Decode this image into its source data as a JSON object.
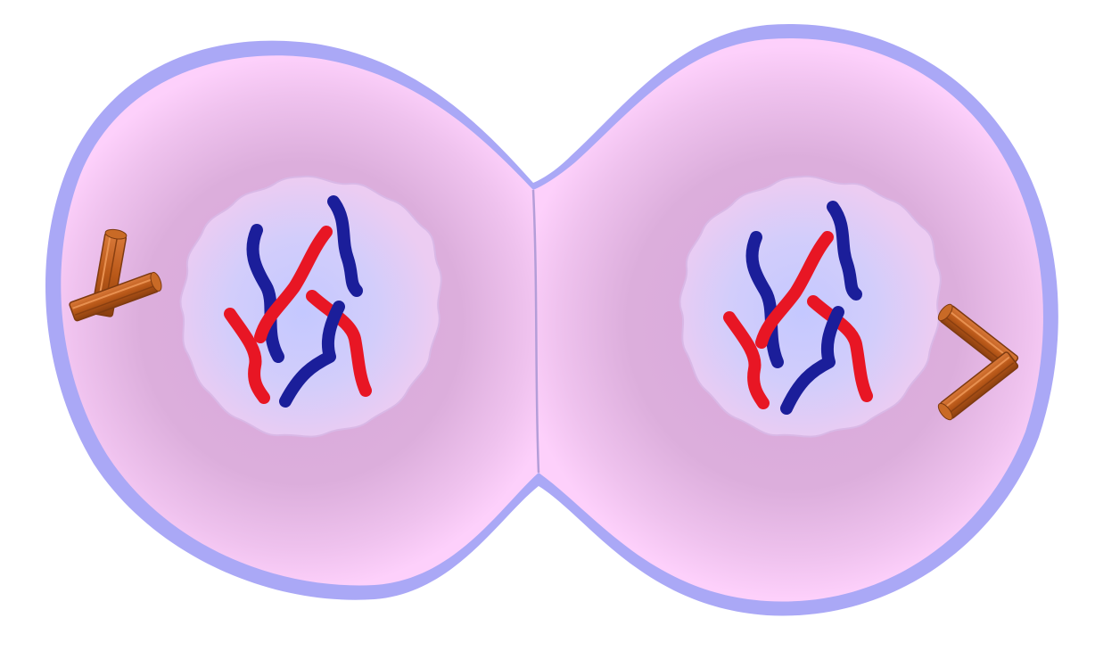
{
  "diagram": {
    "cells": [
      {
        "name": "left-daughter-cell",
        "nucleus": "left-nucleus",
        "chromosomes": [
          "blue",
          "red",
          "red",
          "blue",
          "red",
          "blue"
        ],
        "centrioles": "left-centriole-pair"
      },
      {
        "name": "right-daughter-cell",
        "nucleus": "right-nucleus",
        "chromosomes": [
          "blue",
          "red",
          "red",
          "blue",
          "red",
          "blue"
        ],
        "centrioles": "right-centriole-pair"
      }
    ],
    "colors": {
      "background": "#ffffff",
      "membrane": "#aaa8f6",
      "cytoplasm_light": "#fdd0fb",
      "cytoplasm_dark": "#dcaedc",
      "nucleus_center": "#ccd0ff",
      "nucleus_edge": "#ecccf2",
      "chromosome_blue": "#1b1e9a",
      "chromosome_red": "#e81624",
      "centriole": "#c0621d",
      "centriole_dark": "#7d3a10",
      "cleavage_line": "#c8b0e6"
    }
  }
}
